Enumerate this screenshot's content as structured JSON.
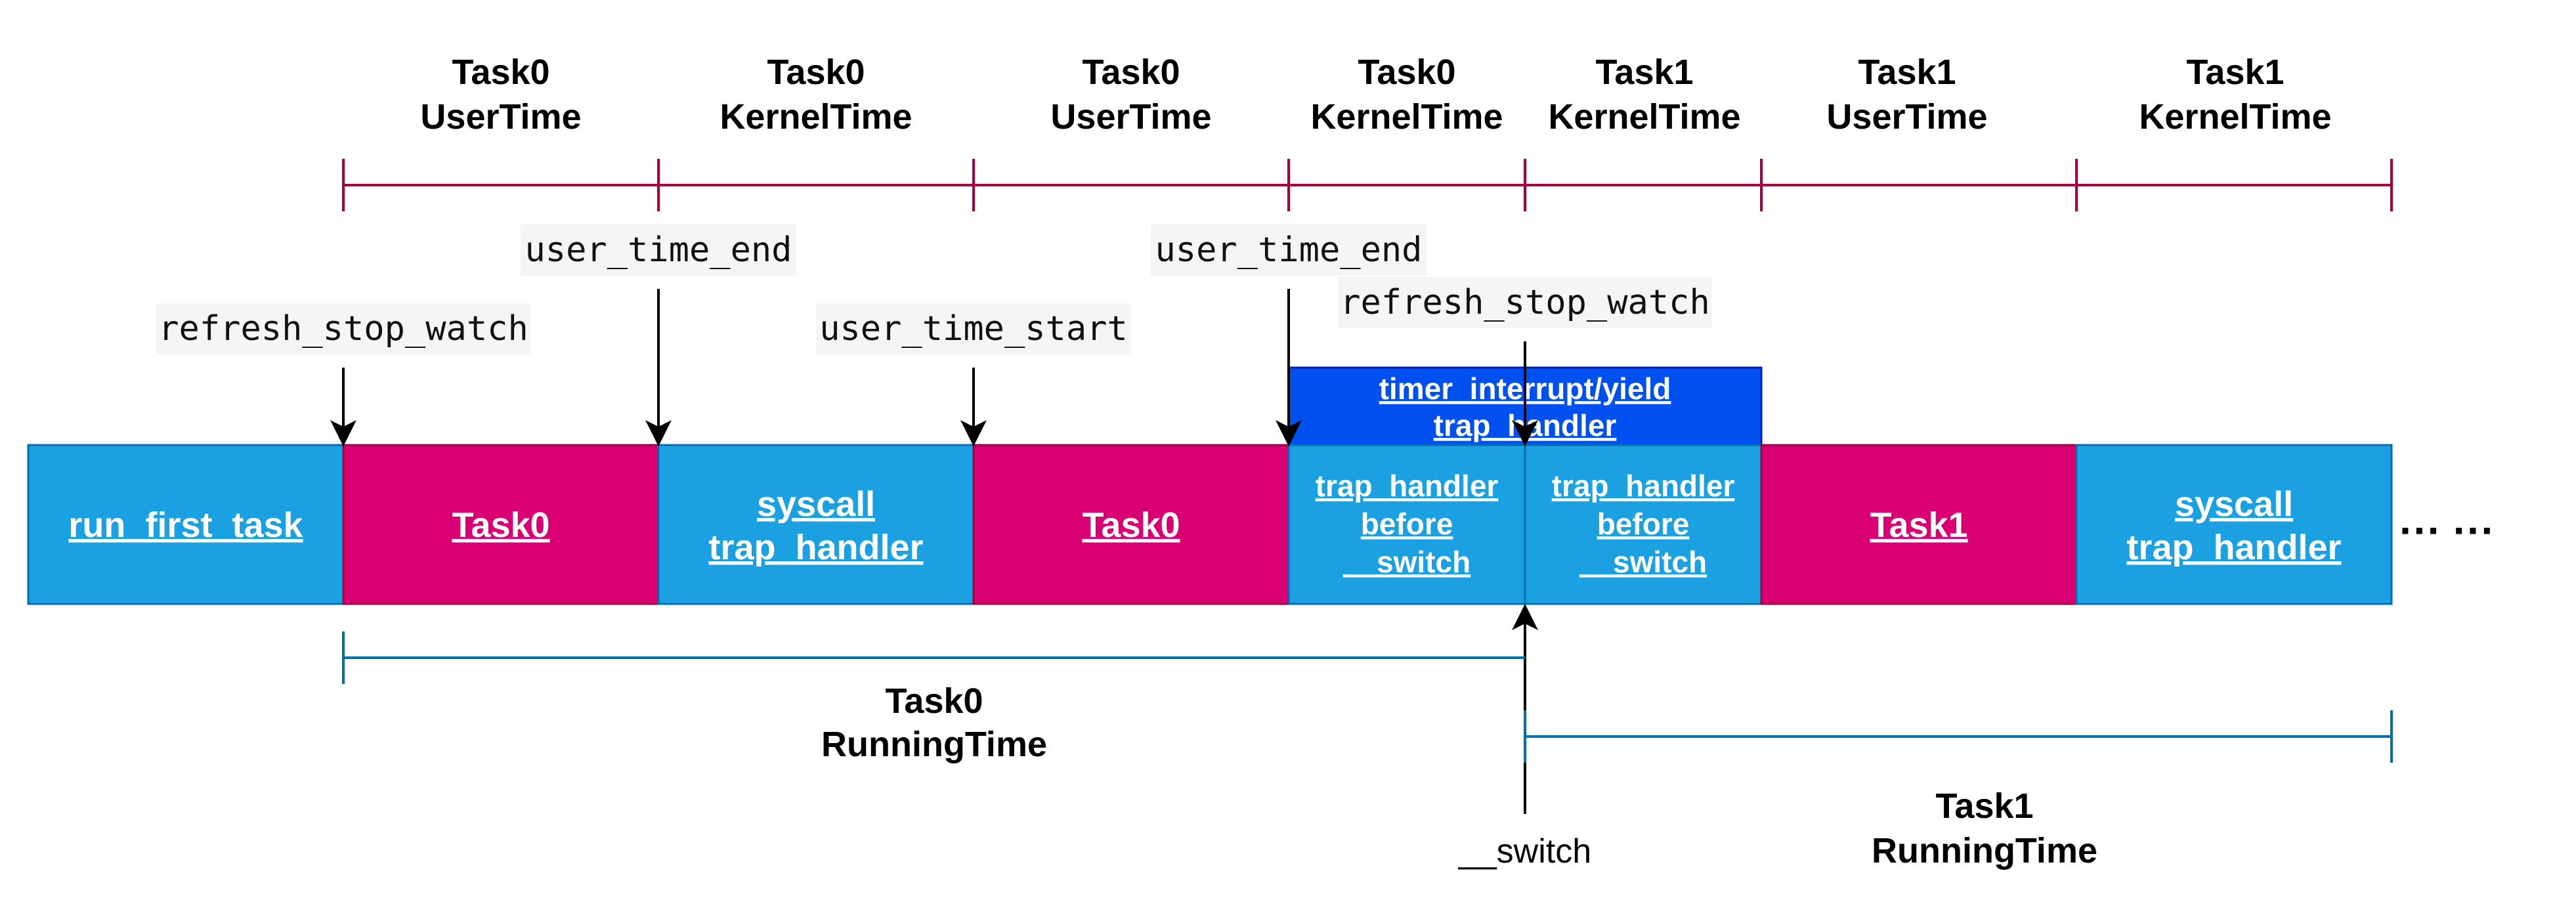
{
  "colors": {
    "user_block": "#D80073",
    "kernel_block": "#1BA1E2",
    "interrupt_block": "#0050EF",
    "timeline_line": "#A50040",
    "span_line": "#006EAF",
    "arrow": "#000000",
    "label_bg": "#F5F5F5"
  },
  "phases": [
    {
      "task": "Task0",
      "kind": "UserTime"
    },
    {
      "task": "Task0",
      "kind": "KernelTime"
    },
    {
      "task": "Task0",
      "kind": "UserTime"
    },
    {
      "task": "Task0",
      "kind": "KernelTime"
    },
    {
      "task": "Task1",
      "kind": "KernelTime"
    },
    {
      "task": "Task1",
      "kind": "UserTime"
    },
    {
      "task": "Task1",
      "kind": "KernelTime"
    }
  ],
  "events": {
    "refresh_stop_watch_1": "refresh_stop_watch",
    "user_time_end_1": "user_time_end",
    "user_time_start": "user_time_start",
    "user_time_end_2": "user_time_end",
    "refresh_stop_watch_2": "refresh_stop_watch"
  },
  "blocks": [
    {
      "lines": [
        "run_first_task"
      ],
      "type": "kernel"
    },
    {
      "lines": [
        "Task0"
      ],
      "type": "user"
    },
    {
      "lines": [
        "syscall",
        "trap_handler"
      ],
      "type": "kernel"
    },
    {
      "lines": [
        "Task0"
      ],
      "type": "user"
    },
    {
      "lines": [
        "trap_handler",
        "before",
        "__switch"
      ],
      "type": "kernel"
    },
    {
      "lines": [
        "trap_handler",
        "before",
        "__switch"
      ],
      "type": "kernel"
    },
    {
      "lines": [
        "Task1"
      ],
      "type": "user"
    },
    {
      "lines": [
        "syscall",
        "trap_handler"
      ],
      "type": "kernel"
    }
  ],
  "interrupt": {
    "line1": "timer_interrupt/yield",
    "line2": "trap_handler"
  },
  "ellipsis": "··· ···",
  "task0_running": {
    "line1": "Task0",
    "line2": "RunningTime"
  },
  "task1_running": {
    "line1": "Task1",
    "line2": "RunningTime"
  },
  "switch_label": "__switch"
}
